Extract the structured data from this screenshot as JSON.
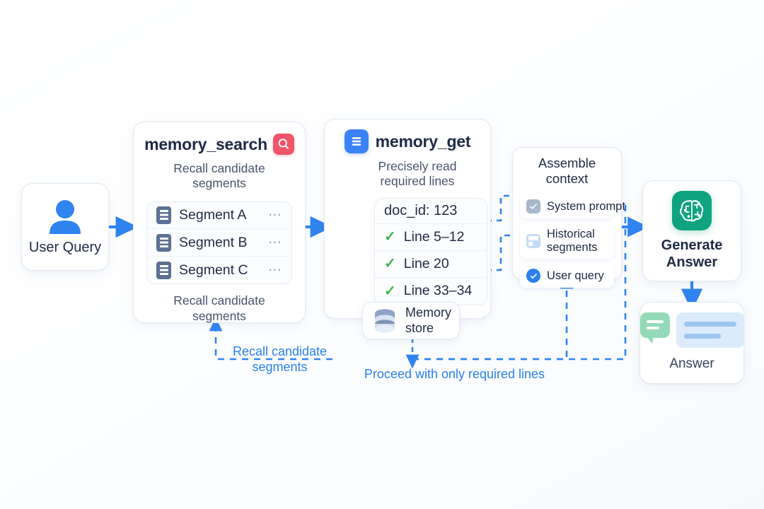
{
  "colors": {
    "accent_blue": "#2b7fef",
    "arrow_blue": "#3b82f6",
    "search_red": "#f2556a",
    "brain_teal": "#0fa37f",
    "check_green": "#3cb54a",
    "text_dark": "#1f2a44",
    "text_muted": "#48536b",
    "card_border": "#e4eaf2",
    "bg": "#ffffff"
  },
  "nodes": {
    "user_query": {
      "label": "User Query",
      "icon": "user-icon"
    },
    "memory_search": {
      "title": "memory_search",
      "icon": "search-icon",
      "subtitle": "Recall candidate segments",
      "footer": "Recall candidate\nsegments",
      "items": [
        {
          "label": "Segment A",
          "icon": "document-icon",
          "more": "⋯"
        },
        {
          "label": "Segment B",
          "icon": "document-icon",
          "more": "⋯"
        },
        {
          "label": "Segment C",
          "icon": "document-icon",
          "more": "⋯"
        }
      ]
    },
    "memory_get": {
      "title": "memory_get",
      "icon": "database-icon",
      "subtitle": "Precisely read\nrequired lines",
      "doc_id": "doc_id: 123",
      "lines": [
        {
          "label": "Line 5–12",
          "icon": "check-icon"
        },
        {
          "label": "Line 20",
          "icon": "check-icon"
        },
        {
          "label": "Line 33–34",
          "icon": "check-icon"
        }
      ]
    },
    "memory_store": {
      "label": "Memory\nstore",
      "icon": "cylinder-icon"
    },
    "assemble_context": {
      "title": "Assemble context",
      "items": [
        {
          "label": "System prompt",
          "icon": "checkbox-icon"
        },
        {
          "label": "Historical\nsegments",
          "icon": "panel-icon"
        },
        {
          "label": "User query",
          "icon": "radio-check-icon"
        }
      ]
    },
    "generate_answer": {
      "label": "Generate\nAnswer",
      "icon": "brain-icon"
    },
    "answer": {
      "label": "Answer",
      "icon": "chat-bubble-icon"
    }
  },
  "edge_labels": {
    "recall_feedback": "Recall candidate\nsegments",
    "proceed": "Proceed with only required lines"
  }
}
